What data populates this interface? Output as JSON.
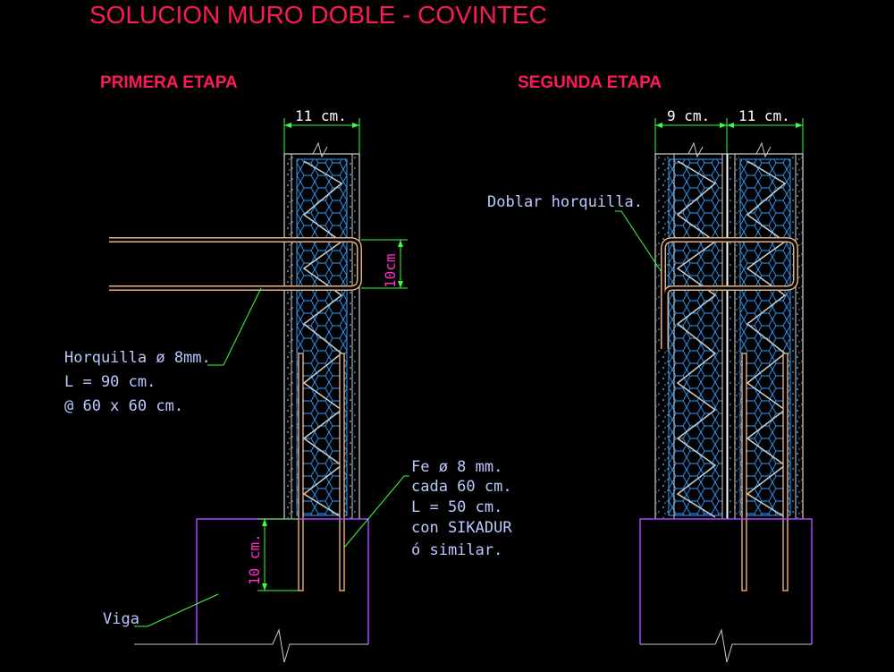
{
  "title": "SOLUCION MURO DOBLE -  COVINTEC",
  "stages": {
    "first": "PRIMERA ETAPA",
    "second": "SEGUNDA ETAPA"
  },
  "dimensions": {
    "first_width": "11 cm.",
    "second_width_left": "9 cm.",
    "second_width_right": "11 cm.",
    "hook_spacing": "10cm",
    "embed_depth": "10 cm."
  },
  "notes": {
    "horquilla": [
      "Horquilla ø 8mm.",
      "L = 90 cm.",
      "@ 60 x 60 cm."
    ],
    "fe": [
      "Fe ø 8 mm.",
      "cada 60 cm.",
      "L = 50 cm.",
      "con SIKADUR",
      "ó similar."
    ],
    "doblar": "Doblar horquilla.",
    "viga": "Viga"
  },
  "colors": {
    "title": "#ff1a55",
    "panel_mesh": "#2f9bff",
    "plaster_edge": "#ffffff",
    "rebar": "#e8b07a",
    "truss": "#c9c9c9",
    "dimension_line": "#39ff3a",
    "beam": "#b040ff",
    "leader": "#39ff3a"
  }
}
